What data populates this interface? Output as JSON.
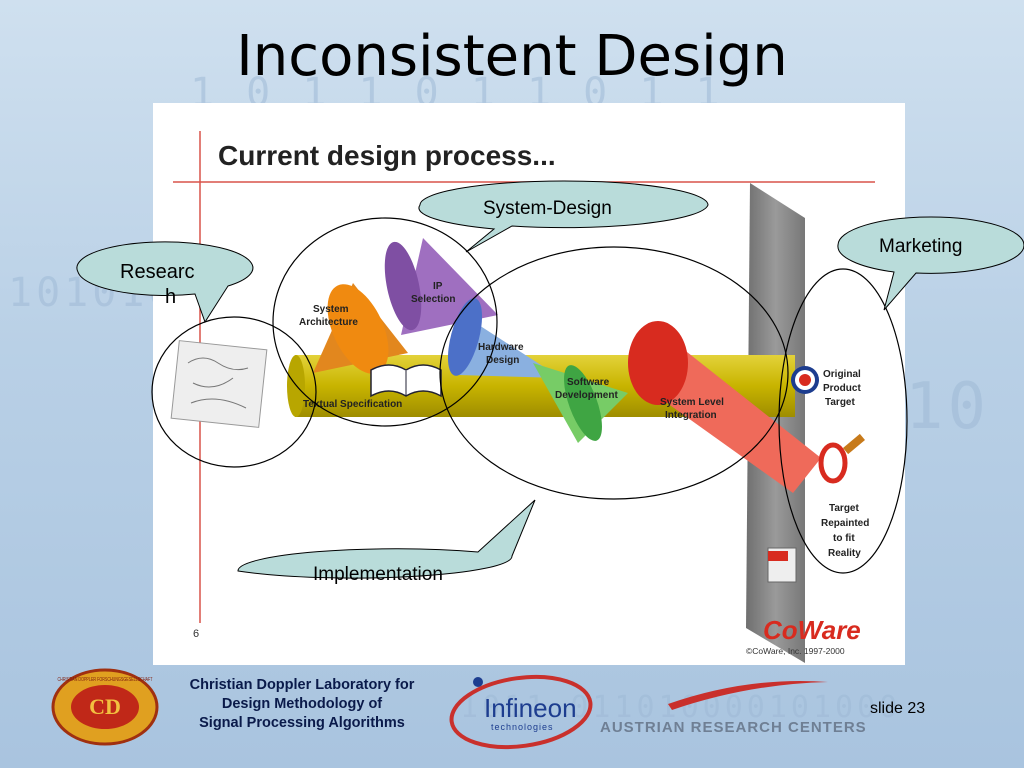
{
  "slide": {
    "title": "Inconsistent Design",
    "slide_number": "slide 23"
  },
  "figure": {
    "heading": "Current design process...",
    "page_number": "6",
    "labels": {
      "system_architecture": [
        "System",
        "Architecture"
      ],
      "ip_selection": [
        "IP",
        "Selection"
      ],
      "hardware_design": [
        "Hardware",
        "Design"
      ],
      "software_development": [
        "Software",
        "Development"
      ],
      "system_level_integration": [
        "System Level",
        "Integration"
      ],
      "textual_specification": "Textual Specification",
      "original_target": [
        "Original",
        "Product",
        "Target"
      ],
      "repainted_target": [
        "Target",
        "Repainted",
        "to fit",
        "Reality"
      ]
    },
    "logo": "CoWare",
    "copyright": "©CoWare, Inc. 1997-2000"
  },
  "callouts": {
    "research": "Researc\nh",
    "system_design": "System-Design",
    "marketing": "Marketing",
    "implementation": "Implementation"
  },
  "footer": {
    "lab_lines": [
      "Christian Doppler Laboratory for",
      "Design Methodology of",
      "Signal Processing Algorithms"
    ],
    "cd_logo": "CHRISTIAN DOPPLER FORSCHUNGSGESELLSCHAFT",
    "infineon_name": "Infineon",
    "infineon_sub": "technologies",
    "arc": "AUSTRIAN RESEARCH CENTERS"
  },
  "colors": {
    "callout_fill": "#b9dcda",
    "red_line": "#d9534a",
    "pipe": "#c8b400"
  }
}
